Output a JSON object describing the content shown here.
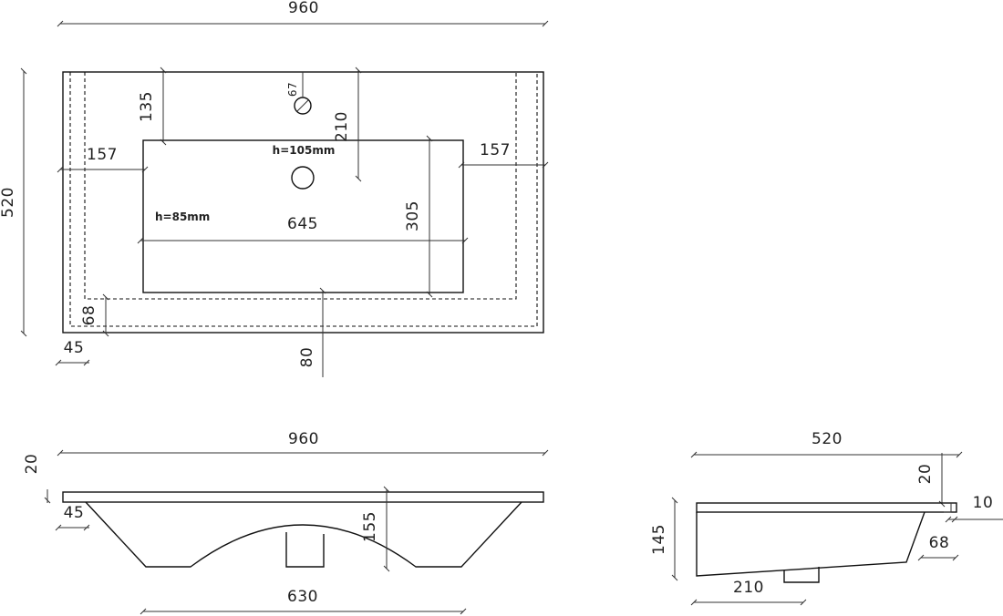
{
  "top_view": {
    "overall_width": "960",
    "overall_depth": "520",
    "tap_hole_offset": "135",
    "tap_hole_diameter": "67",
    "drain_offset": "210",
    "left_margin": "157",
    "right_margin": "157",
    "bowl_depth": "305",
    "bowl_width": "645",
    "depth_note_back": "h=105mm",
    "depth_note_front": "h=85mm",
    "inner_offset": "68",
    "edge_offset": "45",
    "front_offset": "80"
  },
  "front_view": {
    "overall_width": "960",
    "top_thickness": "20",
    "edge_offset": "45",
    "height": "155",
    "bottom_width": "630"
  },
  "side_view": {
    "overall_depth": "520",
    "top_thickness": "20",
    "lip": "10",
    "height": "145",
    "front_offset": "68",
    "outlet_offset": "210"
  }
}
